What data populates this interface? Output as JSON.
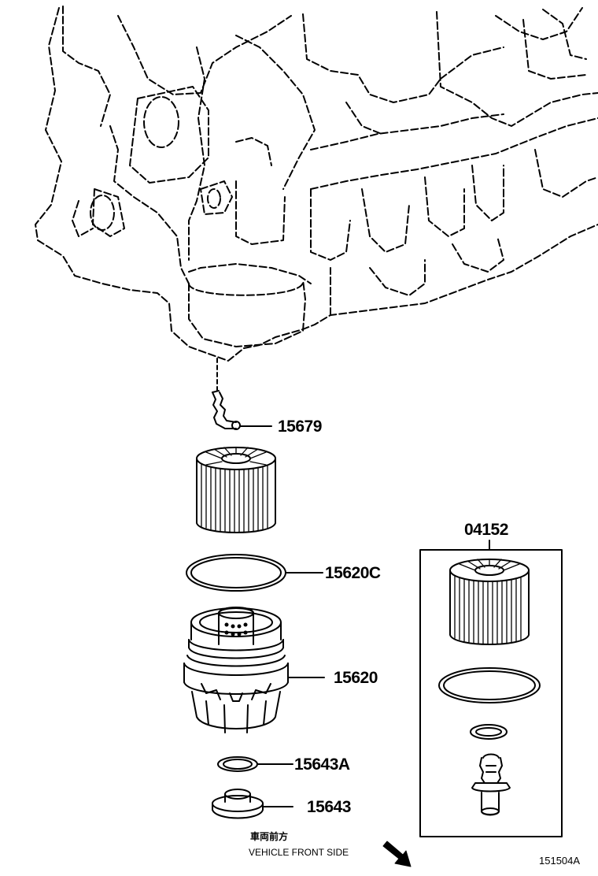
{
  "parts": [
    {
      "number": "15679"
    },
    {
      "number": "15620C"
    },
    {
      "number": "15620"
    },
    {
      "number": "15643A"
    },
    {
      "number": "15643"
    }
  ],
  "kit": {
    "number": "04152"
  },
  "direction": {
    "label_jp": "車両前方",
    "label_en": "VEHICLE FRONT SIDE"
  },
  "diagram_ref": "151504A"
}
